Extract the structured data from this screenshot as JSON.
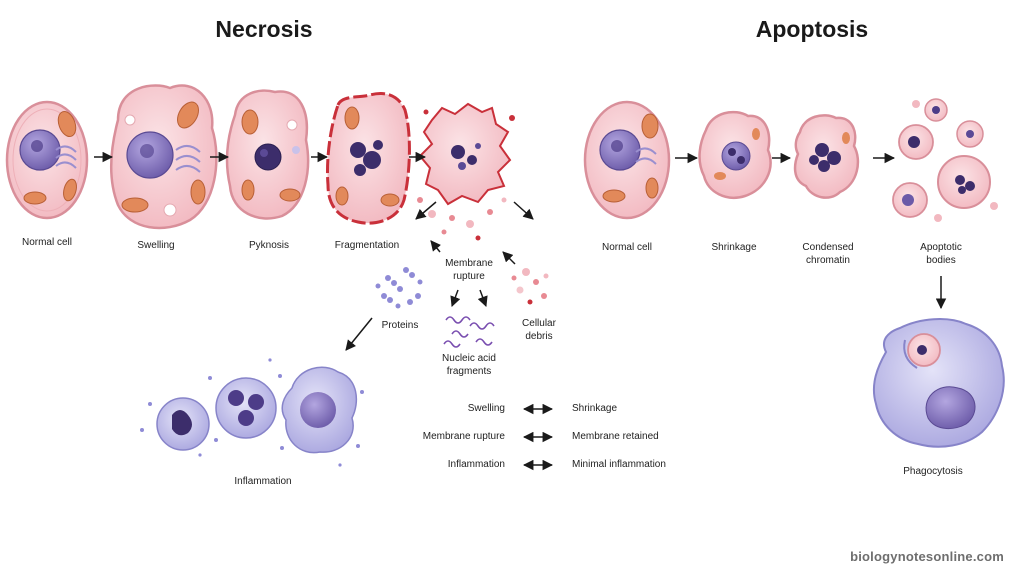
{
  "titles": {
    "necrosis": "Necrosis",
    "apoptosis": "Apoptosis"
  },
  "necrosis": {
    "normal_cell": "Normal cell",
    "swelling": "Swelling",
    "pyknosis": "Pyknosis",
    "fragmentation": "Fragmentation",
    "membrane_rupture": "Membrane\nrupture",
    "proteins": "Proteins",
    "nucleic_acid_fragments": "Nucleic acid\nfragments",
    "cellular_debris": "Cellular\ndebris",
    "inflammation": "Inflammation"
  },
  "apoptosis": {
    "normal_cell": "Normal cell",
    "shrinkage": "Shrinkage",
    "condensed_chromatin": "Condensed\nchromatin",
    "apoptotic_bodies": "Apoptotic\nbodies",
    "phagocytosis": "Phagocytosis"
  },
  "comparison": [
    {
      "left": "Swelling",
      "right": "Shrinkage"
    },
    {
      "left": "Membrane rupture",
      "right": "Membrane retained"
    },
    {
      "left": "Inflammation",
      "right": "Minimal inflammation"
    }
  ],
  "watermark": "biologynotesonline.com",
  "colors": {
    "cytoplasm": "#f6c9cf",
    "membrane": "#d98f9a",
    "nucleus": "#8a78c4",
    "chromatin": "#3c2d6b",
    "mitochondria": "#e2895a",
    "immune": "#c8c6ee",
    "rupture": "#c9303a"
  }
}
